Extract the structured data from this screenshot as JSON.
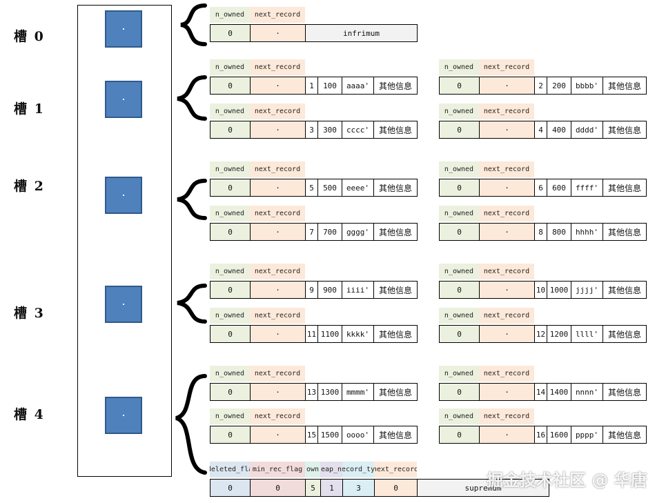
{
  "slots": [
    {
      "label": "槽 0"
    },
    {
      "label": "槽 1"
    },
    {
      "label": "槽 2"
    },
    {
      "label": "槽 3"
    },
    {
      "label": "槽 4"
    }
  ],
  "headers": {
    "n_owned": "n_owned",
    "next_record": "next_record"
  },
  "infimum": {
    "n_owned": "0",
    "next_record": "·",
    "name": "infrimum"
  },
  "pointer_symbol": "·",
  "other_info": "其他信息",
  "records": [
    {
      "n_owned": "0",
      "heap": "1",
      "key": "100",
      "value": "aaaa'"
    },
    {
      "n_owned": "0",
      "heap": "2",
      "key": "200",
      "value": "bbbb'"
    },
    {
      "n_owned": "0",
      "heap": "3",
      "key": "300",
      "value": "cccc'"
    },
    {
      "n_owned": "0",
      "heap": "4",
      "key": "400",
      "value": "dddd'"
    },
    {
      "n_owned": "0",
      "heap": "5",
      "key": "500",
      "value": "eeee'"
    },
    {
      "n_owned": "0",
      "heap": "6",
      "key": "600",
      "value": "ffff'"
    },
    {
      "n_owned": "0",
      "heap": "7",
      "key": "700",
      "value": "gggg'"
    },
    {
      "n_owned": "0",
      "heap": "8",
      "key": "800",
      "value": "hhhh'"
    },
    {
      "n_owned": "0",
      "heap": "9",
      "key": "900",
      "value": "iiii'"
    },
    {
      "n_owned": "0",
      "heap": "10",
      "key": "1000",
      "value": "jjjj'"
    },
    {
      "n_owned": "0",
      "heap": "11",
      "key": "1100",
      "value": "kkkk'"
    },
    {
      "n_owned": "0",
      "heap": "12",
      "key": "1200",
      "value": "llll'"
    },
    {
      "n_owned": "0",
      "heap": "13",
      "key": "1300",
      "value": "mmmm'"
    },
    {
      "n_owned": "0",
      "heap": "14",
      "key": "1400",
      "value": "nnnn'"
    },
    {
      "n_owned": "0",
      "heap": "15",
      "key": "1500",
      "value": "oooo'"
    },
    {
      "n_owned": "0",
      "heap": "16",
      "key": "1600",
      "value": "pppp'"
    }
  ],
  "supremum": {
    "headers": [
      "deleted_fla",
      "min_rec_flag",
      "own",
      "eap_n",
      "ecord_ty",
      "next_record"
    ],
    "values": [
      "0",
      "0",
      "5",
      "1",
      "3",
      "0"
    ],
    "name": "supremum"
  },
  "watermark": "掘金技术社区 @ 华唐"
}
